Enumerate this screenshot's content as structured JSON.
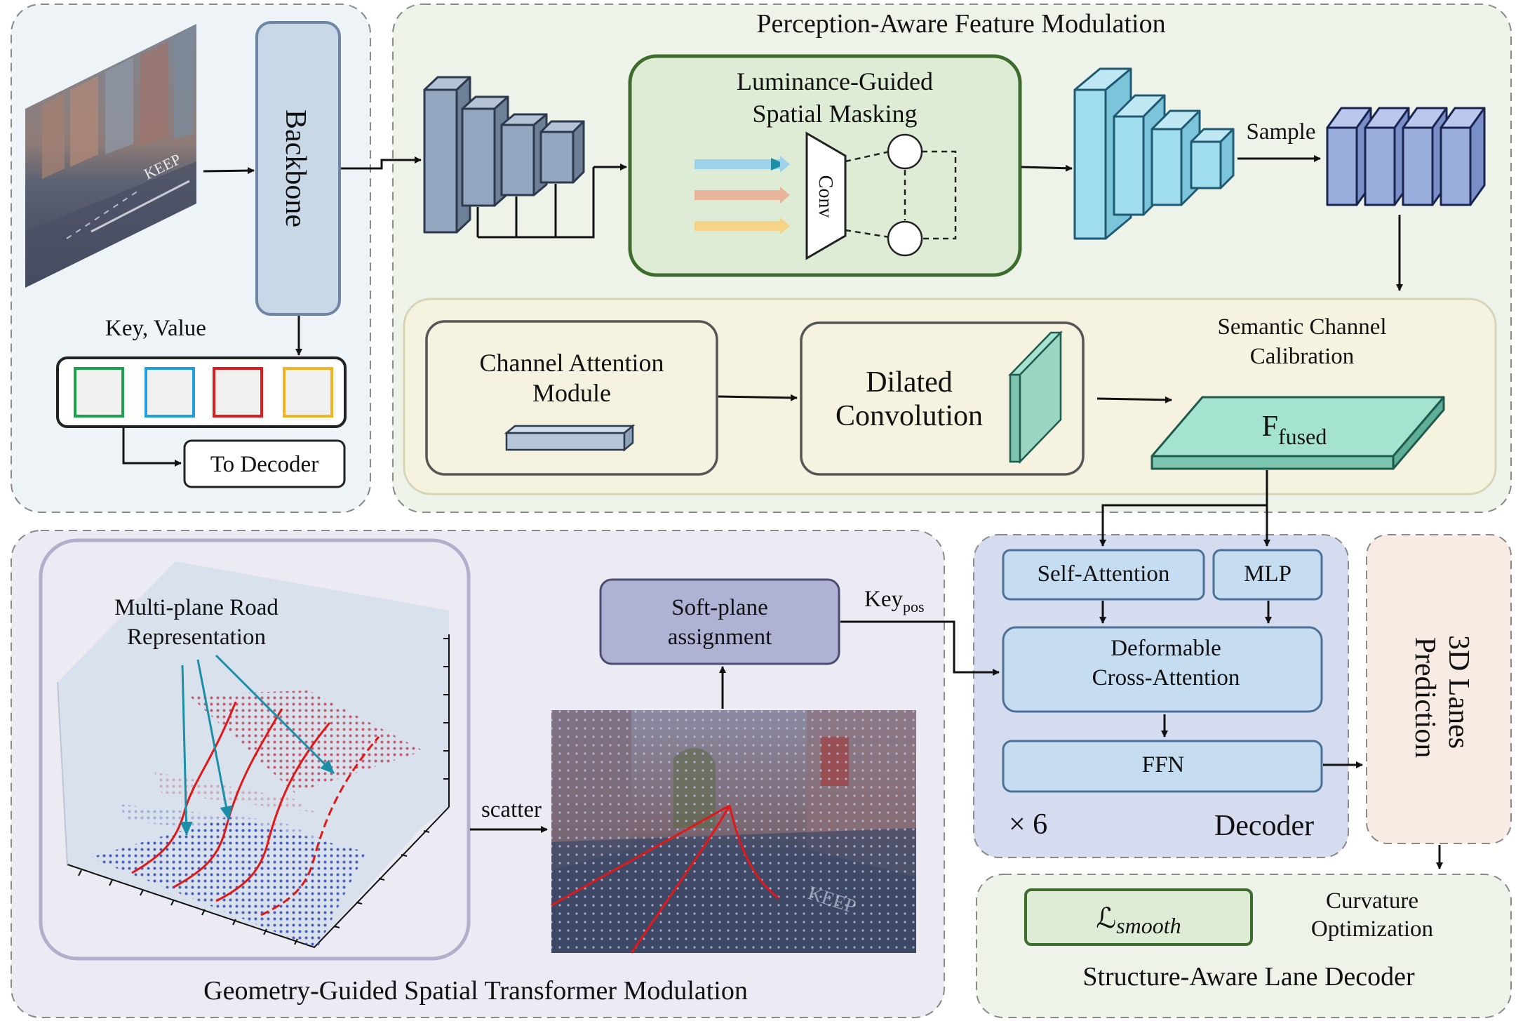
{
  "panels": {
    "pafm": {
      "title": "Perception-Aware Feature Modulation"
    },
    "ggstm": {
      "title": "Geometry-Guided Spatial Transformer Modulation"
    },
    "sald": {
      "title": "Structure-Aware Lane Decoder"
    }
  },
  "backbone": {
    "label": "Backbone"
  },
  "key_value": {
    "label": "Key, Value",
    "to_decoder": "To Decoder"
  },
  "masking": {
    "line1": "Luminance-Guided",
    "line2": "Spatial Masking",
    "conv": "Conv"
  },
  "sample": {
    "label": "Sample"
  },
  "calibration": {
    "line1": "Semantic Channel",
    "line2": "Calibration"
  },
  "cam": {
    "line1": "Channel Attention",
    "line2": "Module"
  },
  "dilated": {
    "line1": "Dilated",
    "line2": "Convolution"
  },
  "fused": {
    "main": "F",
    "sub": "fused"
  },
  "road": {
    "line1": "Multi-plane Road",
    "line2": "Representation"
  },
  "scatter": {
    "label": "scatter"
  },
  "softplane": {
    "line1": "Soft-plane",
    "line2": "assignment"
  },
  "keypos": {
    "main": "Key",
    "sub": "pos"
  },
  "decoder": {
    "self_attention": "Self-Attention",
    "mlp": "MLP",
    "deform_line1": "Deformable",
    "deform_line2": "Cross-Attention",
    "ffn": "FFN",
    "repeat": "× 6",
    "label": "Decoder"
  },
  "prediction": {
    "line1": "3D Lanes",
    "line2": "Prediction"
  },
  "loss": {
    "symbol": "ℒ",
    "sub": "smooth"
  },
  "curvature": {
    "line1": "Curvature",
    "line2": "Optimization"
  },
  "colors": {
    "key_green": "#1aa34a",
    "key_blue": "#1ea0dc",
    "key_red": "#dc1e1e",
    "key_yellow": "#f0b41e",
    "lane_red": "#e01818",
    "pafm_bg": "#edf3e9",
    "ggstm_bg": "#eceaf2",
    "decoder_bg": "#d6dcef"
  }
}
